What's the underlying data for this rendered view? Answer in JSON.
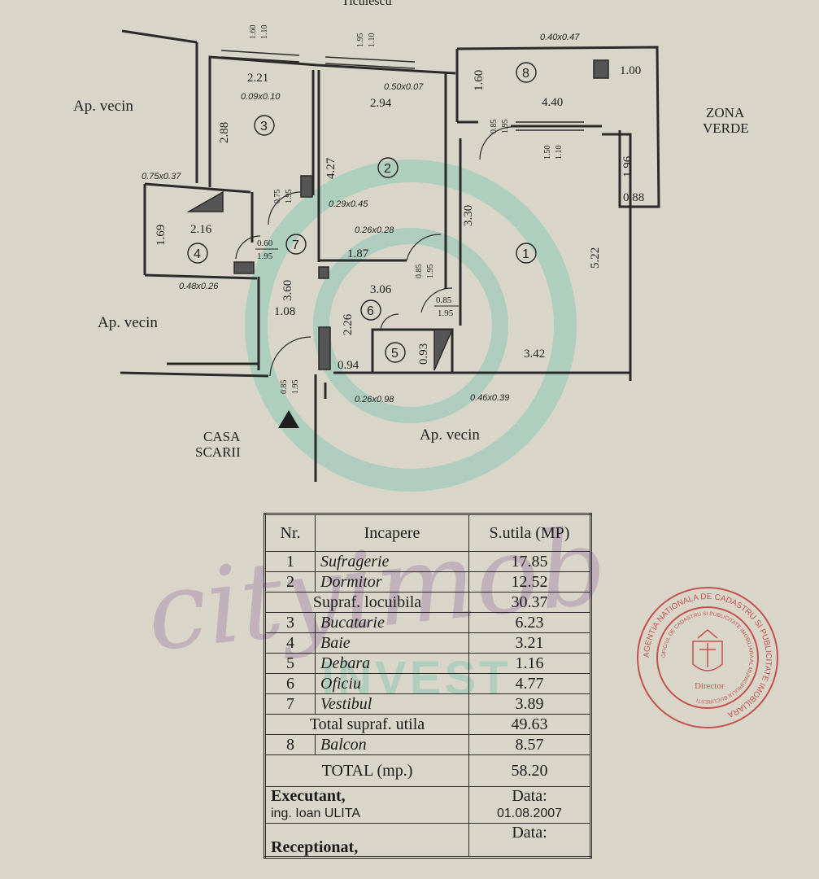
{
  "top_street_label": "Ticulescu",
  "outside_labels": {
    "neighbor_top_left": "Ap. vecin",
    "neighbor_mid_left": "Ap. vecin",
    "neighbor_bottom": "Ap. vecin",
    "green_zone_line1": "ZONA",
    "green_zone_line2": "VERDE",
    "stairs_line1": "CASA",
    "stairs_line2": "SCARII"
  },
  "room_numbers": [
    "1",
    "2",
    "3",
    "4",
    "5",
    "6",
    "7",
    "8"
  ],
  "dimensions": {
    "r3_top": "2.21",
    "r3_side": "2.88",
    "r2_top": "2.94",
    "r2_side": "4.27",
    "r8_side": "1.60",
    "r8_top": "4.40",
    "r8_right": "1.96",
    "r8_small": "1.00",
    "r8_bottom": "0.88",
    "r1_side": "3.30",
    "r1_right": "5.22",
    "r1_bottom": "3.42",
    "r4_top": "2.16",
    "r4_side": "1.69",
    "r7_bottom": "1.87",
    "corr_width": "3.06",
    "r6_height": "2.26",
    "r6_side": "3.60",
    "r6_width": "1.08",
    "r5_width": "0.94",
    "r5_height": "0.93"
  },
  "openings": {
    "w3": [
      "1.60",
      "1.10"
    ],
    "w2": [
      "1.95",
      "1.10"
    ],
    "w1": [
      "1.50",
      "1.10"
    ],
    "d8": [
      "0.85",
      "1.95"
    ],
    "d3": [
      "0.75",
      "1.95"
    ],
    "d4": [
      "0.60",
      "1.95"
    ],
    "d2": [
      "0.85",
      "1.95"
    ],
    "d1": [
      "0.85",
      "1.95"
    ],
    "d_entry": [
      "0.85",
      "1.95"
    ]
  },
  "small_notes": {
    "n1": "0.40x0.47",
    "n2": "0.50x0.07",
    "n3": "0.09x0.10",
    "n4": "0.75x0.37",
    "n5": "0.29x0.45",
    "n6": "0.26x0.28",
    "n7": "0.48x0.26",
    "n8": "0.26x0.98",
    "n9": "0.46x0.39"
  },
  "table": {
    "headers": {
      "nr": "Nr.",
      "room": "Incapere",
      "area": "S.utila (MP)"
    },
    "rows_a": [
      {
        "nr": "1",
        "name": "Sufragerie",
        "area": "17.85"
      },
      {
        "nr": "2",
        "name": "Dormitor",
        "area": "12.52"
      }
    ],
    "subtotal_living": {
      "label": "Supraf. locuibila",
      "value": "30.37"
    },
    "rows_b": [
      {
        "nr": "3",
        "name": "Bucatarie",
        "area": "6.23"
      },
      {
        "nr": "4",
        "name": "Baie",
        "area": "3.21"
      },
      {
        "nr": "5",
        "name": "Debara",
        "area": "1.16"
      },
      {
        "nr": "6",
        "name": "Oficiu",
        "area": "4.77"
      },
      {
        "nr": "7",
        "name": "Vestibul",
        "area": "3.89"
      }
    ],
    "total_useful": {
      "label": "Total supraf. utila",
      "value": "49.63"
    },
    "balcony": {
      "nr": "8",
      "name": "Balcon",
      "area": "8.57"
    },
    "grand_total": {
      "label": "TOTAL (mp.)",
      "value": "58.20"
    },
    "executant": {
      "label": "Executant,",
      "name": "ing. Ioan ULITA",
      "date_label": "Data:",
      "date": "01.08.2007"
    },
    "receptionat": {
      "label": "Receptionat,",
      "date_label": "Data:"
    }
  },
  "watermark": {
    "script": "cityimob",
    "word": "INVEST"
  },
  "seal": {
    "ring_text": "AGENTIA NATIONALA DE CADASTRU SI PUBLICITATE IMOBILIARA",
    "inner_text": "OFICIUL DE CADASTRU SI PUBLICITATE IMOBILIARA AL MUNICIPIULUI BUCURESTI",
    "center_text": "Director",
    "color": "#c23a3a"
  },
  "colors": {
    "paper": "#d9d6c9",
    "ink": "#1e1e1e",
    "watermark_teal": "#64beaa",
    "watermark_purple": "#9b70a0"
  }
}
